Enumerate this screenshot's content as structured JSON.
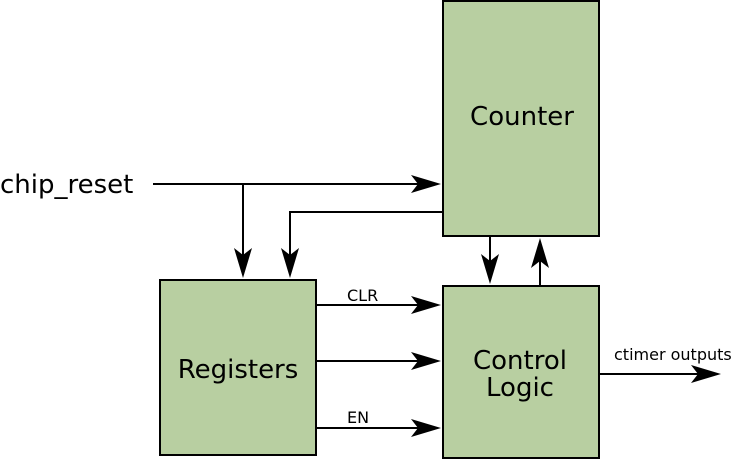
{
  "diagram": {
    "blocks": {
      "counter": "Counter",
      "registers": "Registers",
      "control_line1": "Control",
      "control_line2": "Logic"
    },
    "inputs": {
      "chip_reset": "chip_reset"
    },
    "signals": {
      "clr": "CLR",
      "en": "EN",
      "outputs": "ctimer outputs"
    },
    "colors": {
      "block_fill": "#b8cfa1",
      "stroke": "#000000",
      "background": "#ffffff"
    }
  }
}
